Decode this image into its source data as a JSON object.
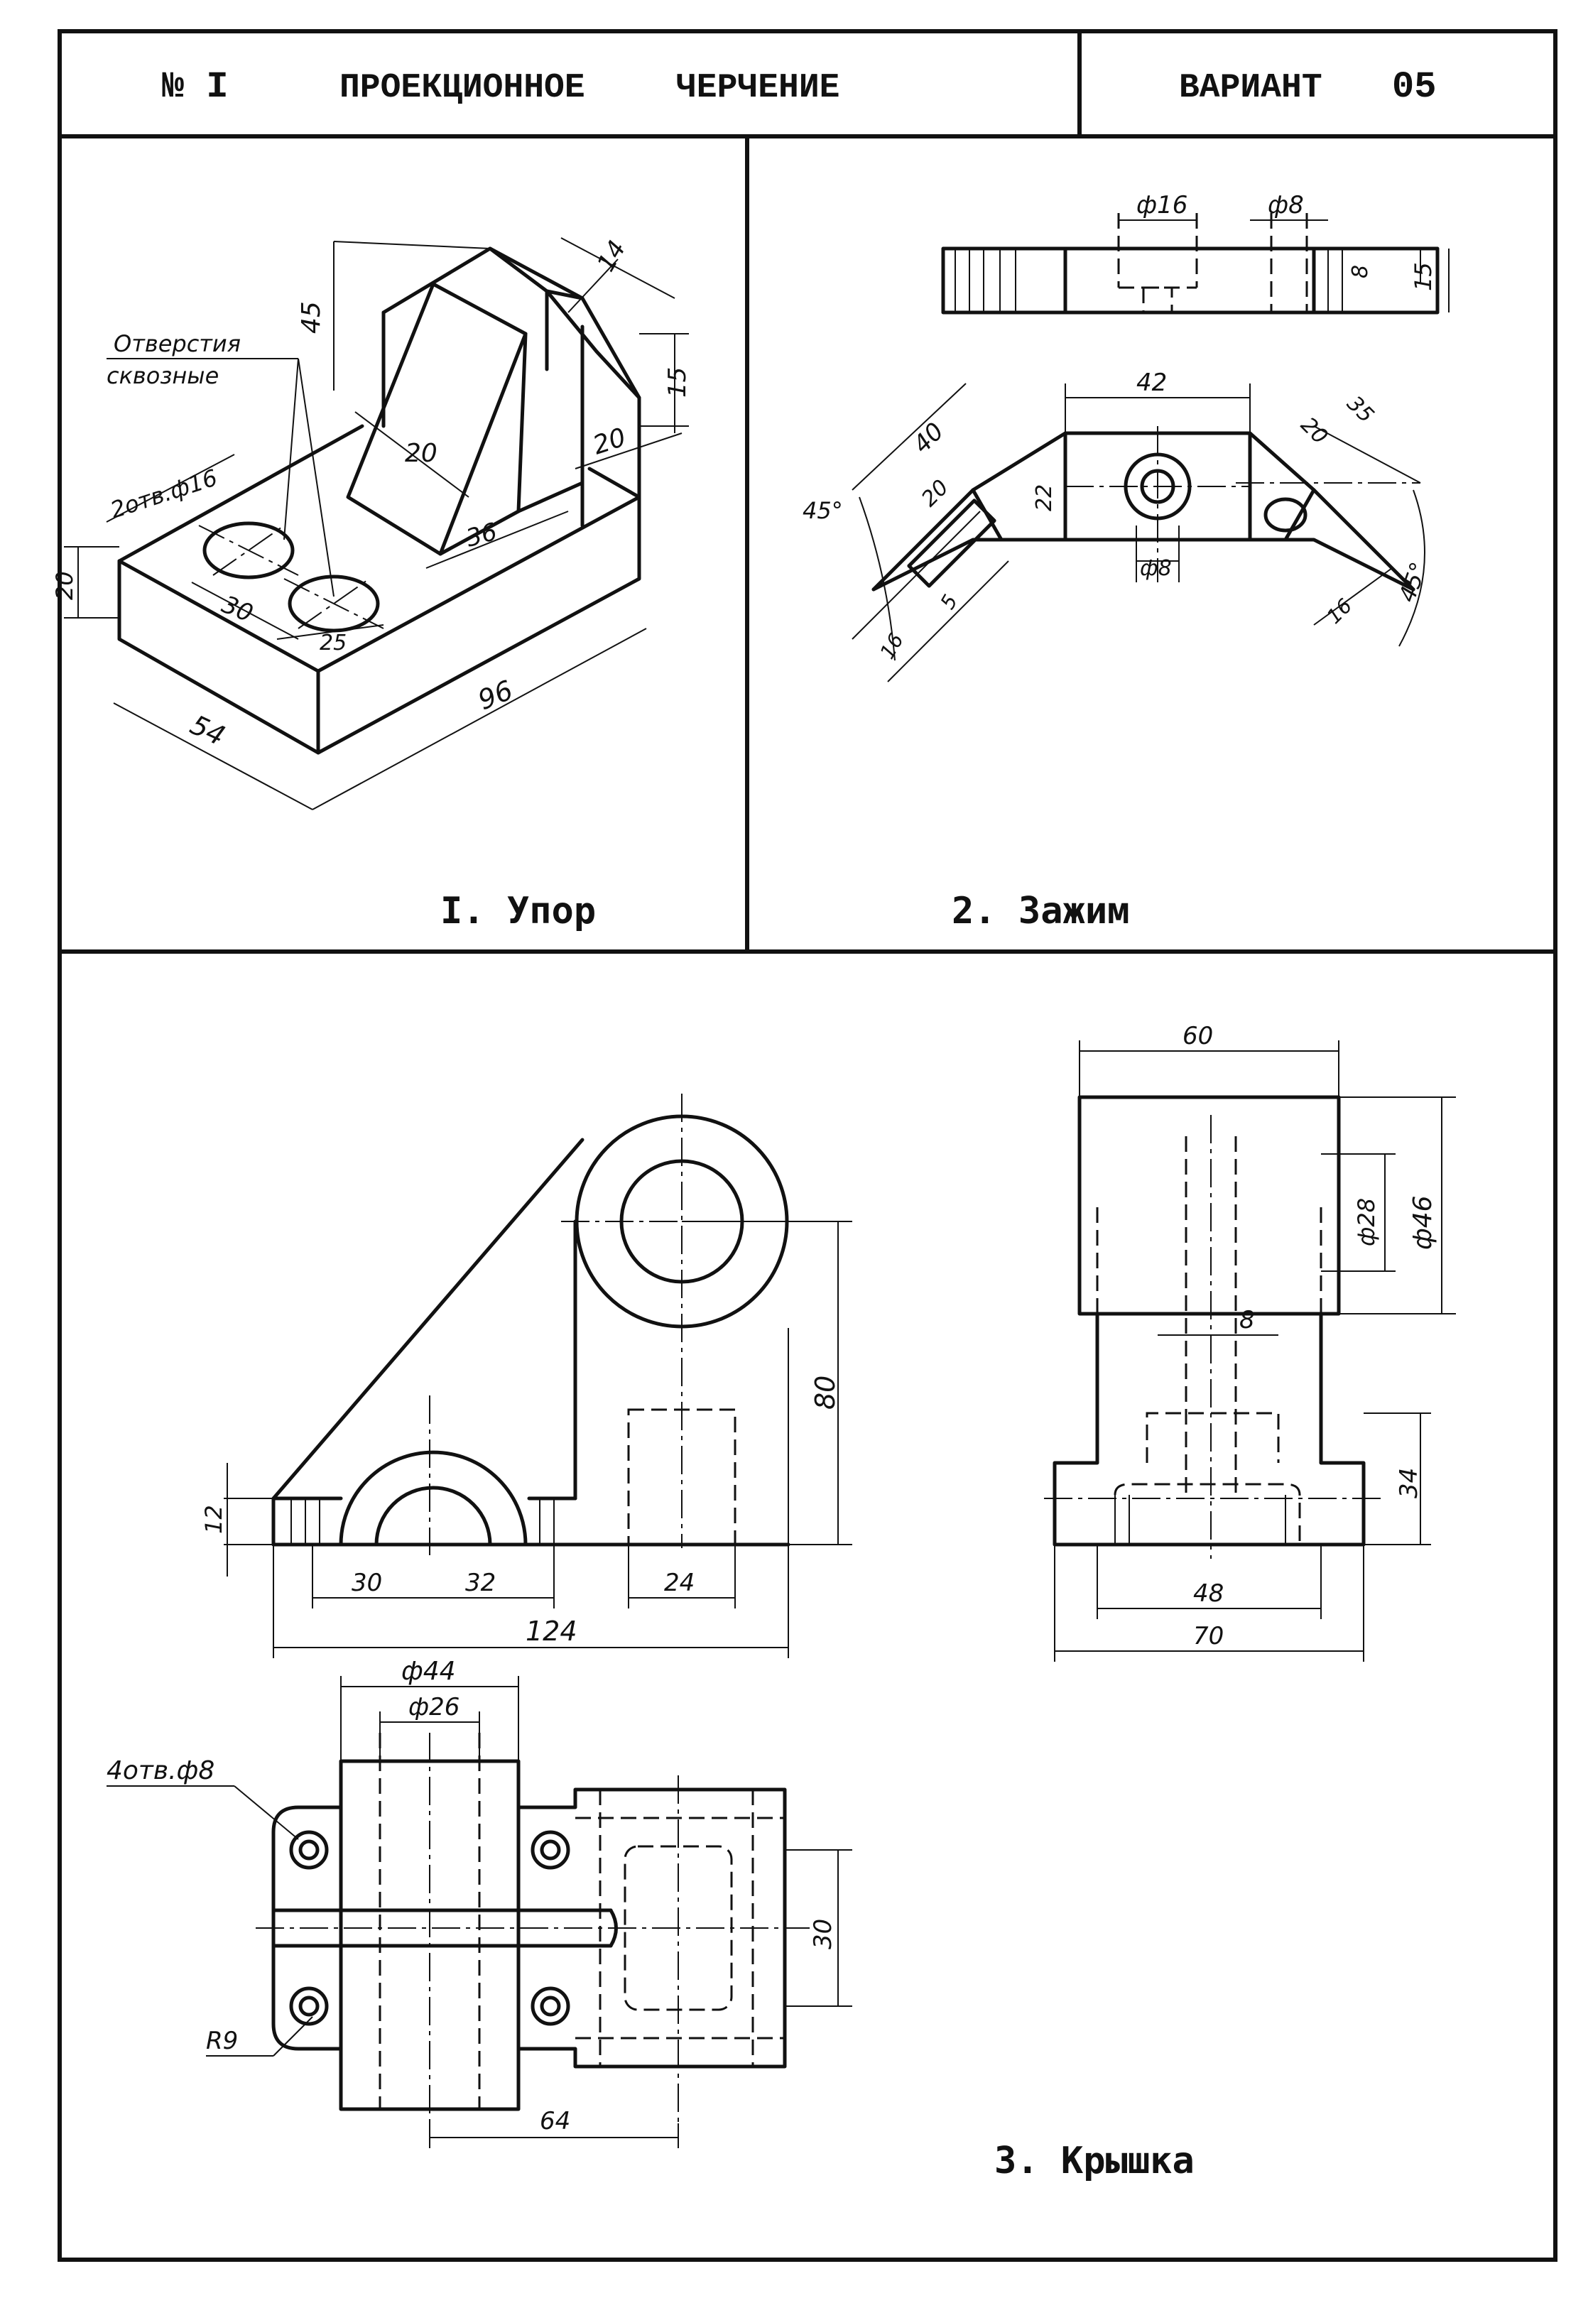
{
  "header": {
    "number": "№ I",
    "title_word1": "ПРОЕКЦИОННОЕ",
    "title_word2": "ЧЕРЧЕНИЕ",
    "variant_label": "ВАРИАНТ",
    "variant_value": "05"
  },
  "part1": {
    "caption": "I. Упор",
    "note_line1": "Отверстия",
    "note_line2": "сквозные",
    "holes_label": "2отв.ф16",
    "dims": [
      "45",
      "14",
      "15",
      "20",
      "20",
      "36",
      "30",
      "25",
      "20",
      "96",
      "54"
    ]
  },
  "part2": {
    "caption": "2. Зажим",
    "top_dims": [
      "ф16",
      "ф8",
      "8",
      "15"
    ],
    "dims": [
      "42",
      "40",
      "20",
      "22",
      "45°",
      "5",
      "16",
      "ф8",
      "20",
      "35",
      "16",
      "45°"
    ]
  },
  "part3": {
    "caption": "3. Крышка",
    "front_dims": [
      "80",
      "12",
      "30",
      "32",
      "24",
      "124"
    ],
    "side_dims": [
      "60",
      "ф28",
      "ф46",
      "8",
      "34",
      "48",
      "70"
    ],
    "plan_dims": [
      "ф44",
      "ф26",
      "30",
      "64",
      "R9"
    ],
    "holes_label": "4отв.ф8"
  }
}
